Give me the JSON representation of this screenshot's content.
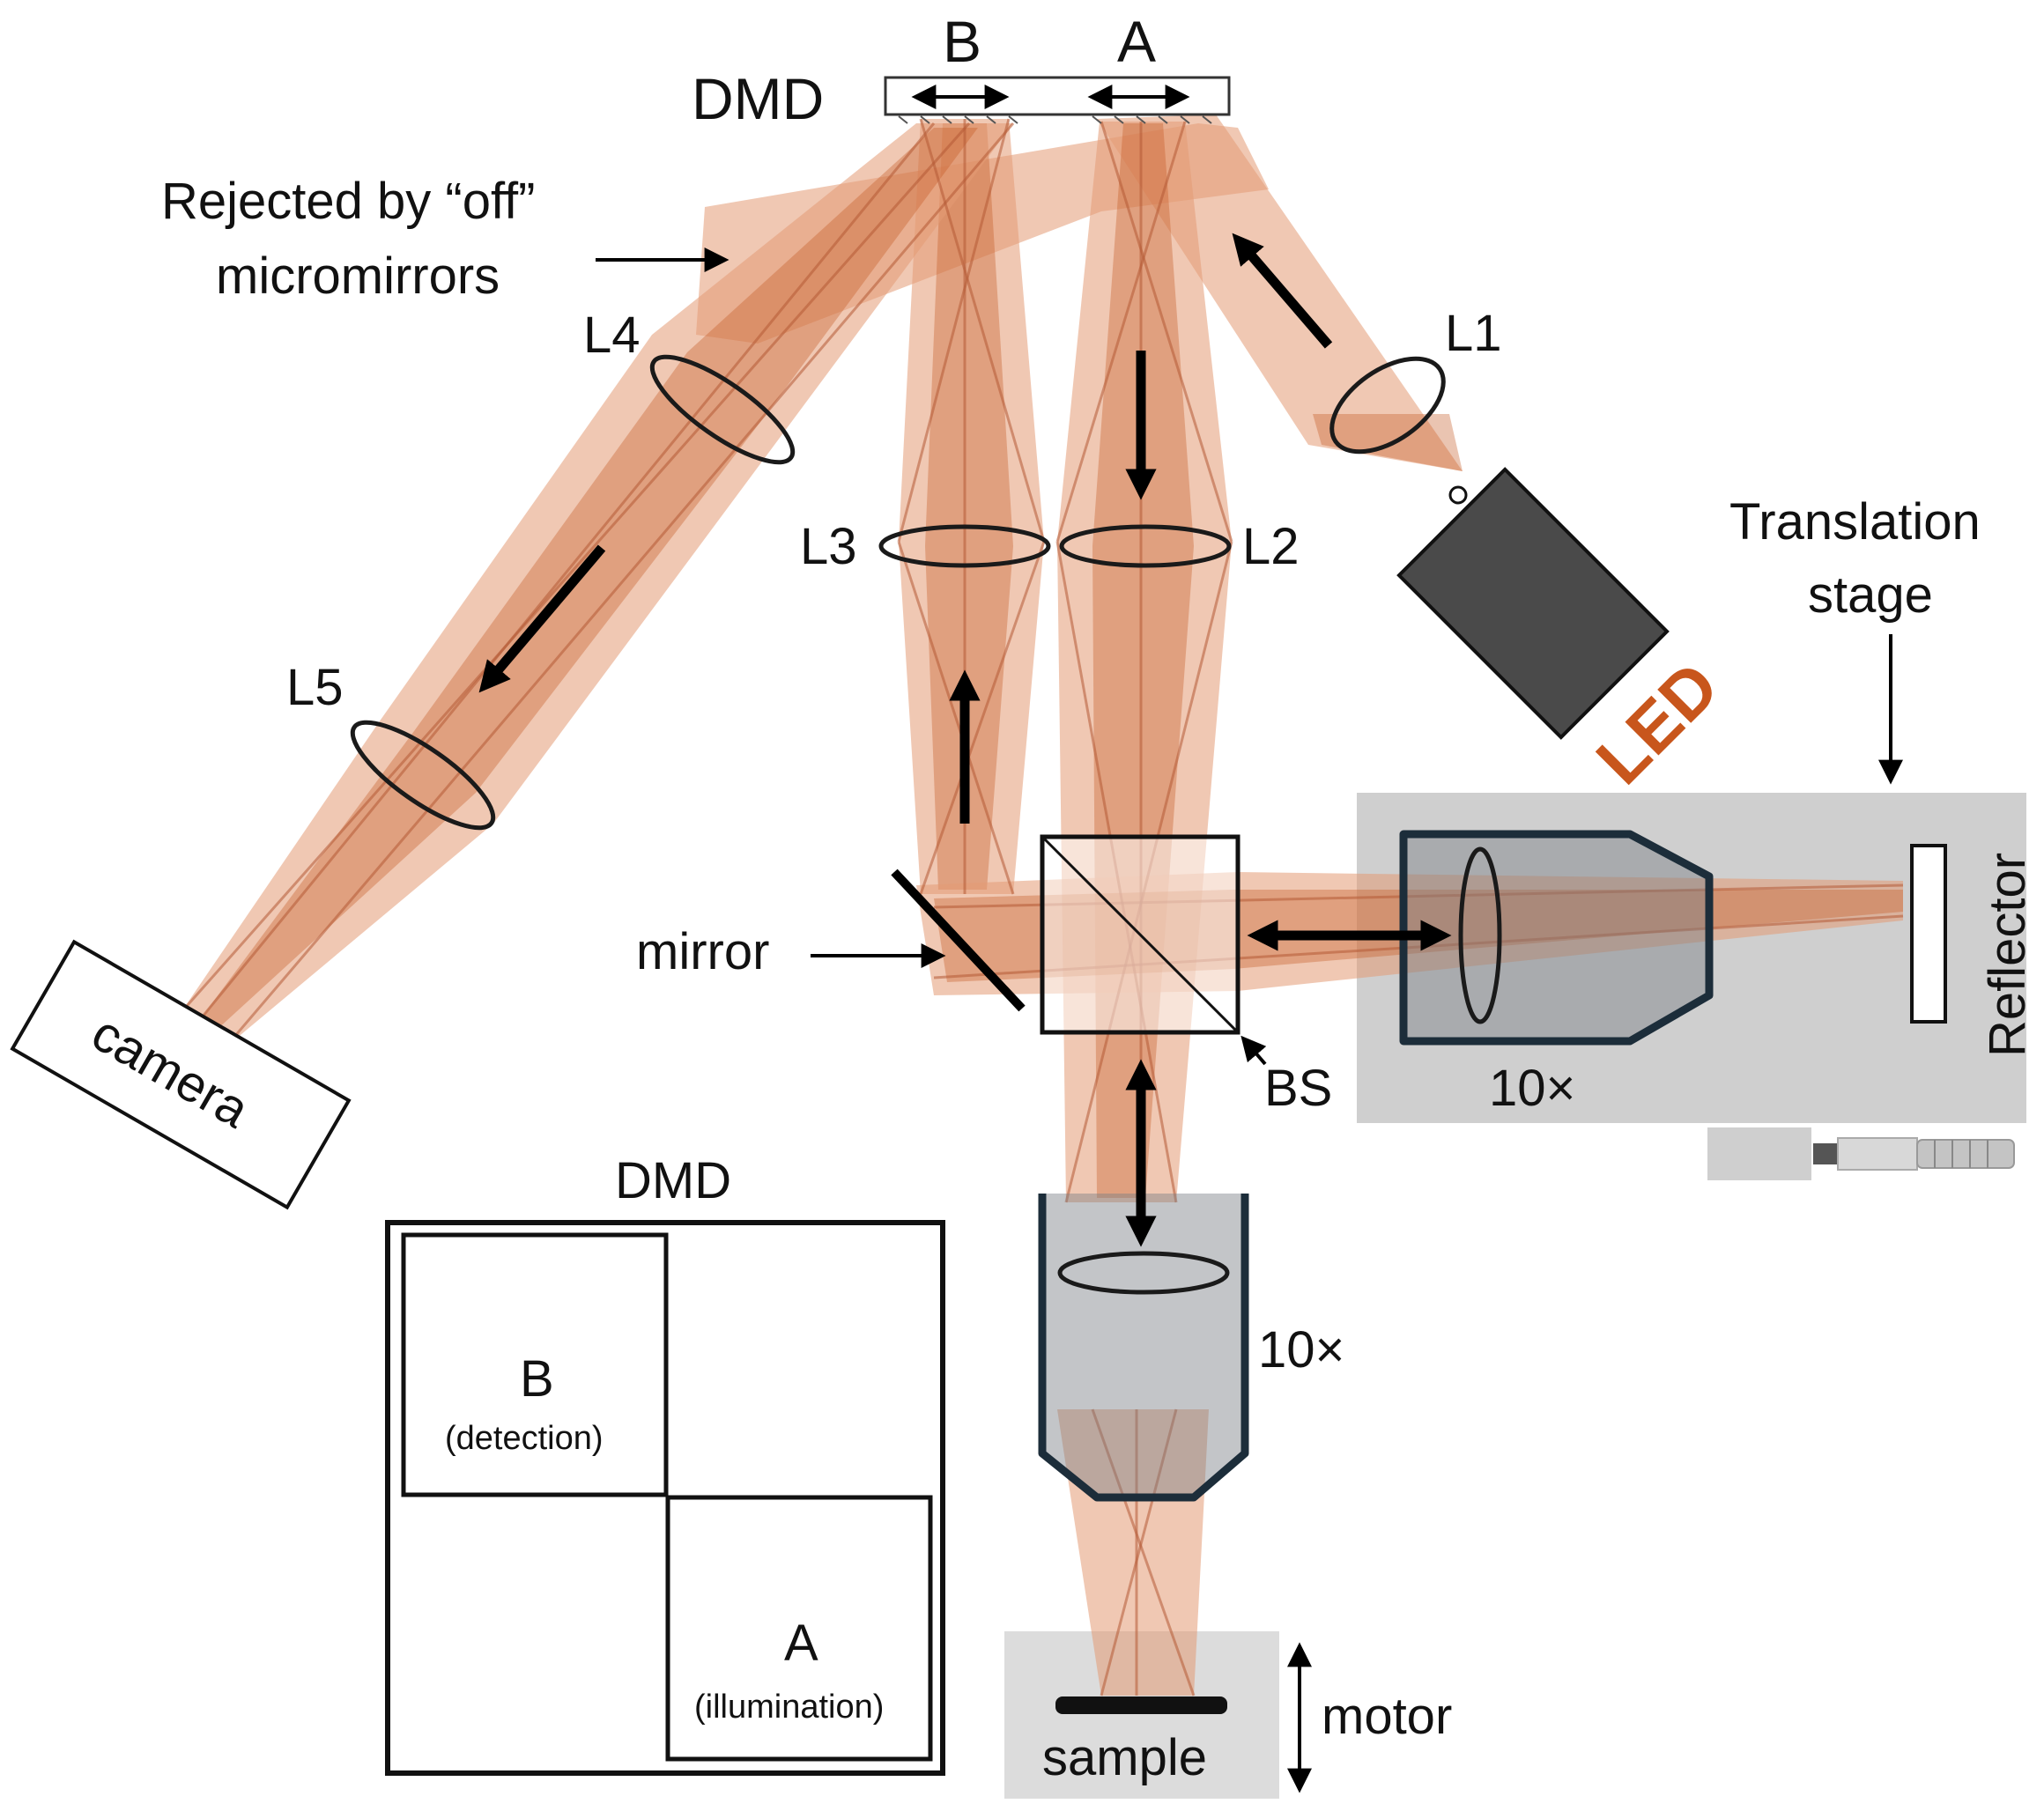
{
  "labels": {
    "dmd_top": "DMD",
    "region_b": "B",
    "region_a": "A",
    "rejected_line1": "Rejected by “off”",
    "rejected_line2": "micromirrors",
    "l1": "L1",
    "l2": "L2",
    "l3": "L3",
    "l4": "L4",
    "l5": "L5",
    "led": "LED",
    "translation_line1": "Translation",
    "translation_line2": "stage",
    "reflector": "Reflector",
    "mirror": "mirror",
    "bs": "BS",
    "mag_right": "10×",
    "mag_bottom": "10×",
    "camera": "camera",
    "motor": "motor",
    "sample": "sample"
  },
  "dmd_inset": {
    "title": "DMD",
    "b_label": "B",
    "b_sub": "(detection)",
    "a_label": "A",
    "a_sub": "(illumination)"
  },
  "colors": {
    "beam": "#e49a75",
    "led_text": "#c8561c",
    "objective_outline": "#1c2d3a",
    "stage_fill": "#cfcfcf"
  }
}
